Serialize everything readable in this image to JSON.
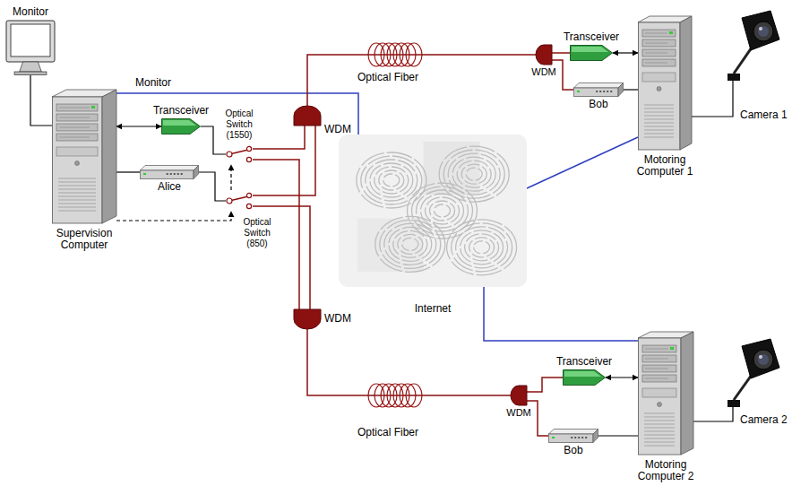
{
  "diagram": {
    "nodes": [
      {
        "text": [
          "Monitor"
        ]
      },
      {
        "text": [
          "Supervision Computer"
        ]
      },
      {
        "text": [
          "Transceiver"
        ]
      },
      {
        "text": [
          "Alice"
        ]
      },
      {
        "text": [
          "Optical Switch (1550)"
        ]
      },
      {
        "text": [
          "Optical Switch (850)"
        ]
      },
      {
        "text": [
          "WDM"
        ]
      },
      {
        "text": [
          "WDM"
        ]
      },
      {
        "text": [
          "Internet"
        ]
      },
      {
        "text": [
          "WDM"
        ]
      },
      {
        "text": [
          "Transceiver"
        ]
      },
      {
        "text": [
          "Bob"
        ]
      },
      {
        "text": [
          "Motoring Computer 1"
        ]
      },
      {
        "text": [
          "Camera 1"
        ]
      },
      {
        "text": [
          "WDM"
        ]
      },
      {
        "text": [
          "Transceiver"
        ]
      },
      {
        "text": [
          "Bob"
        ]
      },
      {
        "text": [
          "Motoring Computer 2"
        ]
      },
      {
        "text": [
          "Camera 2"
        ]
      }
    ],
    "edges": [
      {
        "from": 0,
        "to": 1,
        "arrow": "none"
      },
      {
        "from": 1,
        "to": 2,
        "arrow": "both"
      },
      {
        "from": 1,
        "to": 3,
        "arrow": "none"
      },
      {
        "from": 2,
        "to": 4,
        "arrow": "none"
      },
      {
        "from": 3,
        "to": 5,
        "arrow": "none"
      },
      {
        "from": 1,
        "to": 5,
        "arrow": "to"
      },
      {
        "from": 5,
        "to": 4,
        "arrow": "to"
      },
      {
        "from": 4,
        "to": 6,
        "arrow": "none"
      },
      {
        "from": 4,
        "to": 7,
        "arrow": "none"
      },
      {
        "from": 5,
        "to": 6,
        "arrow": "none"
      },
      {
        "from": 5,
        "to": 7,
        "arrow": "none"
      },
      {
        "from": 1,
        "to": 8,
        "label": "Monitor",
        "arrow": "none"
      },
      {
        "from": 6,
        "to": 9,
        "label": "Optical Fiber",
        "arrow": "none"
      },
      {
        "from": 7,
        "to": 14,
        "label": "Optical Fiber",
        "arrow": "none"
      },
      {
        "from": 9,
        "to": 10,
        "arrow": "none"
      },
      {
        "from": 9,
        "to": 11,
        "arrow": "none"
      },
      {
        "from": 10,
        "to": 12,
        "arrow": "both"
      },
      {
        "from": 11,
        "to": 12,
        "arrow": "none"
      },
      {
        "from": 12,
        "to": 8,
        "arrow": "none"
      },
      {
        "from": 12,
        "to": 13,
        "arrow": "none"
      },
      {
        "from": 14,
        "to": 15,
        "arrow": "none"
      },
      {
        "from": 14,
        "to": 16,
        "arrow": "none"
      },
      {
        "from": 15,
        "to": 17,
        "arrow": "both"
      },
      {
        "from": 16,
        "to": 17,
        "arrow": "none"
      },
      {
        "from": 8,
        "to": 17,
        "arrow": "none"
      },
      {
        "from": 17,
        "to": 18,
        "arrow": "none"
      }
    ]
  }
}
